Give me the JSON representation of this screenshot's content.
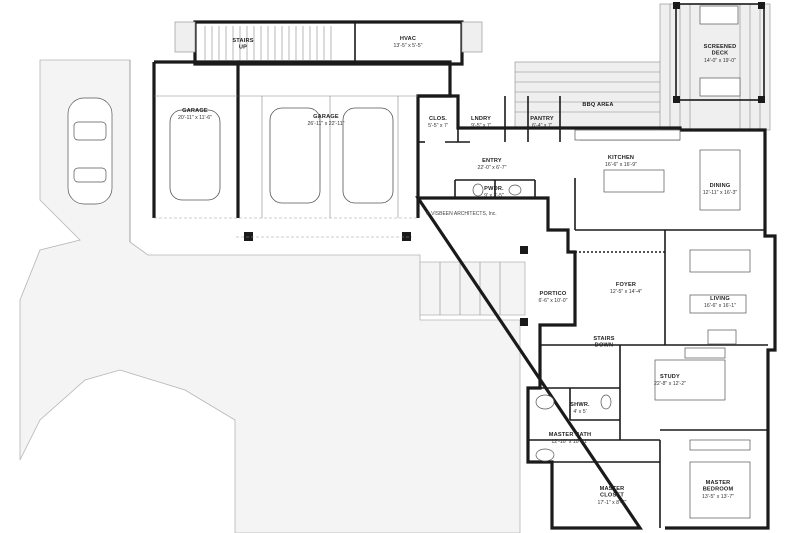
{
  "credit": "© VISBEEN ARCHITECTS, Inc.",
  "rooms": {
    "stairs_up": {
      "name": "STAIRS\nUP",
      "dim": ""
    },
    "hvac": {
      "name": "HVAC",
      "dim": "13'-5\" x 5'-5\""
    },
    "screened_deck": {
      "name": "SCREENED\nDECK",
      "dim": "14'-0\" x 19'-0\""
    },
    "garage_left": {
      "name": "GARAGE",
      "dim": "20'-11\" x 11'-6\""
    },
    "garage_right": {
      "name": "GARAGE",
      "dim": "26'-11\" x 22'-11\""
    },
    "clos": {
      "name": "CLOS.",
      "dim": "5'-5\" x 7'"
    },
    "lndry": {
      "name": "LNDRY",
      "dim": "9'-5\" x 7'"
    },
    "pantry": {
      "name": "PANTRY",
      "dim": "6'-4\" x 7'"
    },
    "bbq": {
      "name": "BBQ AREA",
      "dim": ""
    },
    "entry": {
      "name": "ENTRY",
      "dim": "22'-0\" x 6'-7\""
    },
    "kitchen": {
      "name": "KITCHEN",
      "dim": "16'-6\" x 16'-9\""
    },
    "pwdr": {
      "name": "PWDR.",
      "dim": "9' x 3'-5\""
    },
    "dining": {
      "name": "DINING",
      "dim": "12'-11\" x 16'-3\""
    },
    "portico": {
      "name": "PORTICO",
      "dim": "6'-6\" x 10'-0\""
    },
    "foyer": {
      "name": "FOYER",
      "dim": "12'-5\" x 14'-4\""
    },
    "living": {
      "name": "LIVING",
      "dim": "16'-6\" x 16'-1\""
    },
    "stairs_down": {
      "name": "STAIRS\nDOWN",
      "dim": ""
    },
    "study": {
      "name": "STUDY",
      "dim": "22'-8\" x 12'-2\""
    },
    "shwr": {
      "name": "SHWR.",
      "dim": "4' x 5'"
    },
    "master_bath": {
      "name": "MASTER BATH",
      "dim": "12'-10\" x 10'-11\""
    },
    "master_closet": {
      "name": "MASTER\nCLOSET",
      "dim": "17'-1\" x 8'-7\""
    },
    "master_bedroom": {
      "name": "MASTER\nBEDROOM",
      "dim": "13'-5\" x 13'-7\""
    }
  }
}
